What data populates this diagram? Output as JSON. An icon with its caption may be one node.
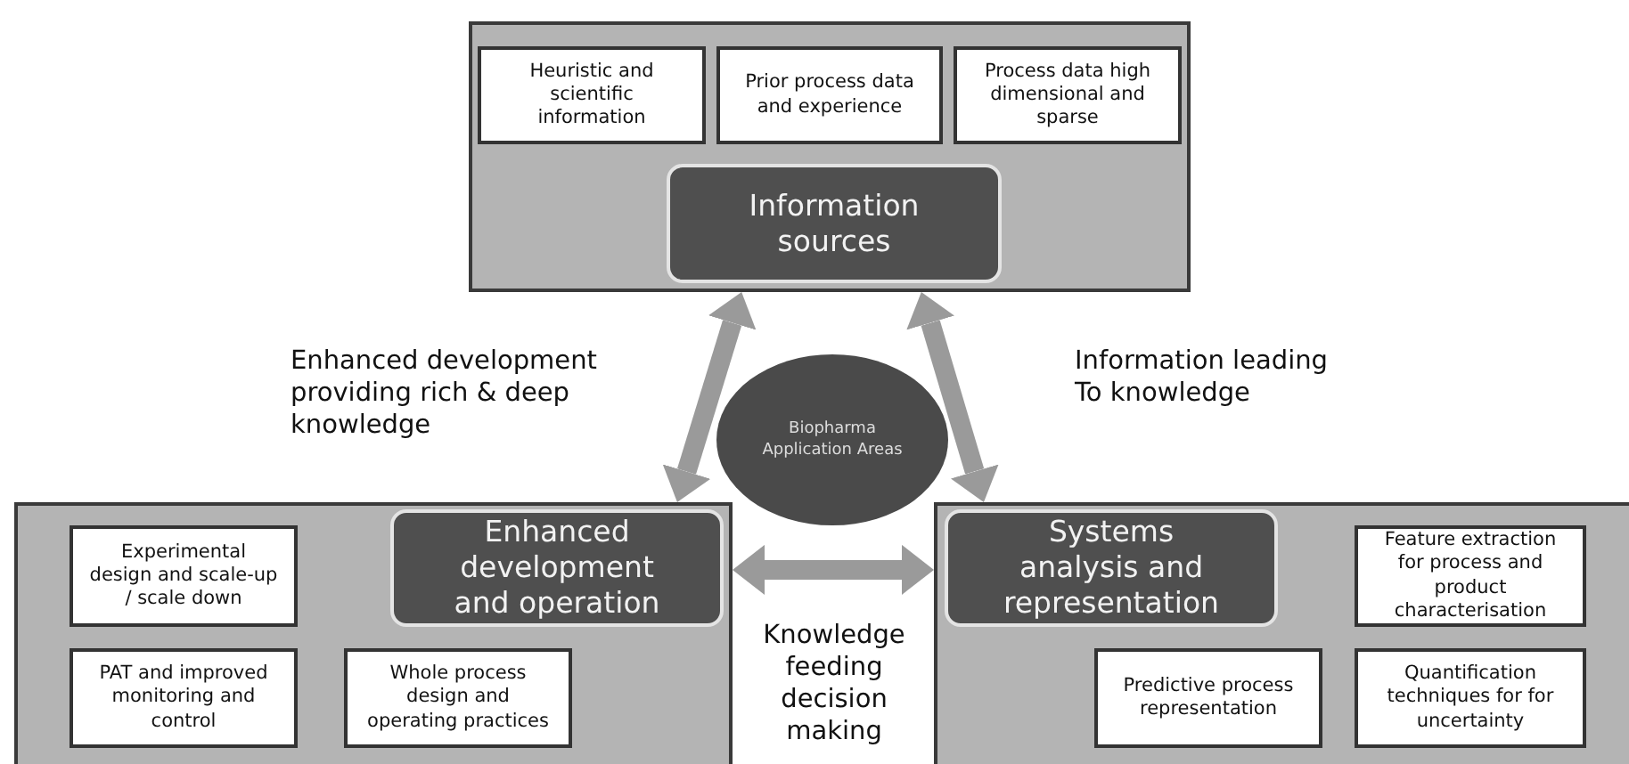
{
  "diagram": {
    "nodes": [
      {
        "text": [],
        "shape": "box"
      },
      {
        "text": [
          "Heuristic and scientific information"
        ],
        "in": 0
      },
      {
        "text": [
          "Prior process data and experience"
        ],
        "in": 0
      },
      {
        "text": [
          "Process data high dimensional and sparse"
        ],
        "in": 0
      },
      {
        "text": [
          "Information sources"
        ],
        "in": 0
      },
      {
        "text": [
          "Biopharma Application Areas"
        ]
      },
      {
        "text": [],
        "shape": "box"
      },
      {
        "text": [
          "Enhanced development and operation"
        ],
        "in": 6
      },
      {
        "text": [
          "Experimental design and scale-up / scale down"
        ],
        "in": 6
      },
      {
        "text": [
          "PAT and improved monitoring and control"
        ],
        "in": 6
      },
      {
        "text": [
          "Whole process design and operating practices"
        ],
        "in": 6
      },
      {
        "text": [],
        "shape": "box"
      },
      {
        "text": [
          "Systems analysis and representation"
        ],
        "in": 11
      },
      {
        "text": [
          "Feature extraction for process and product characterisation"
        ],
        "in": 11
      },
      {
        "text": [
          "Predictive process representation"
        ],
        "in": 11
      },
      {
        "text": [
          "Quantification techniques for for uncertainty"
        ],
        "in": 11
      }
    ],
    "edges": [
      {
        "from": 6,
        "to": 0,
        "arrow": "both",
        "label": "Enhanced development providing rich & deep knowledge"
      },
      {
        "from": 0,
        "to": 11,
        "arrow": "both",
        "label": "Information leading To knowledge"
      },
      {
        "from": 6,
        "to": 11,
        "arrow": "both",
        "label": "Knowledge feeding decision making"
      }
    ]
  }
}
